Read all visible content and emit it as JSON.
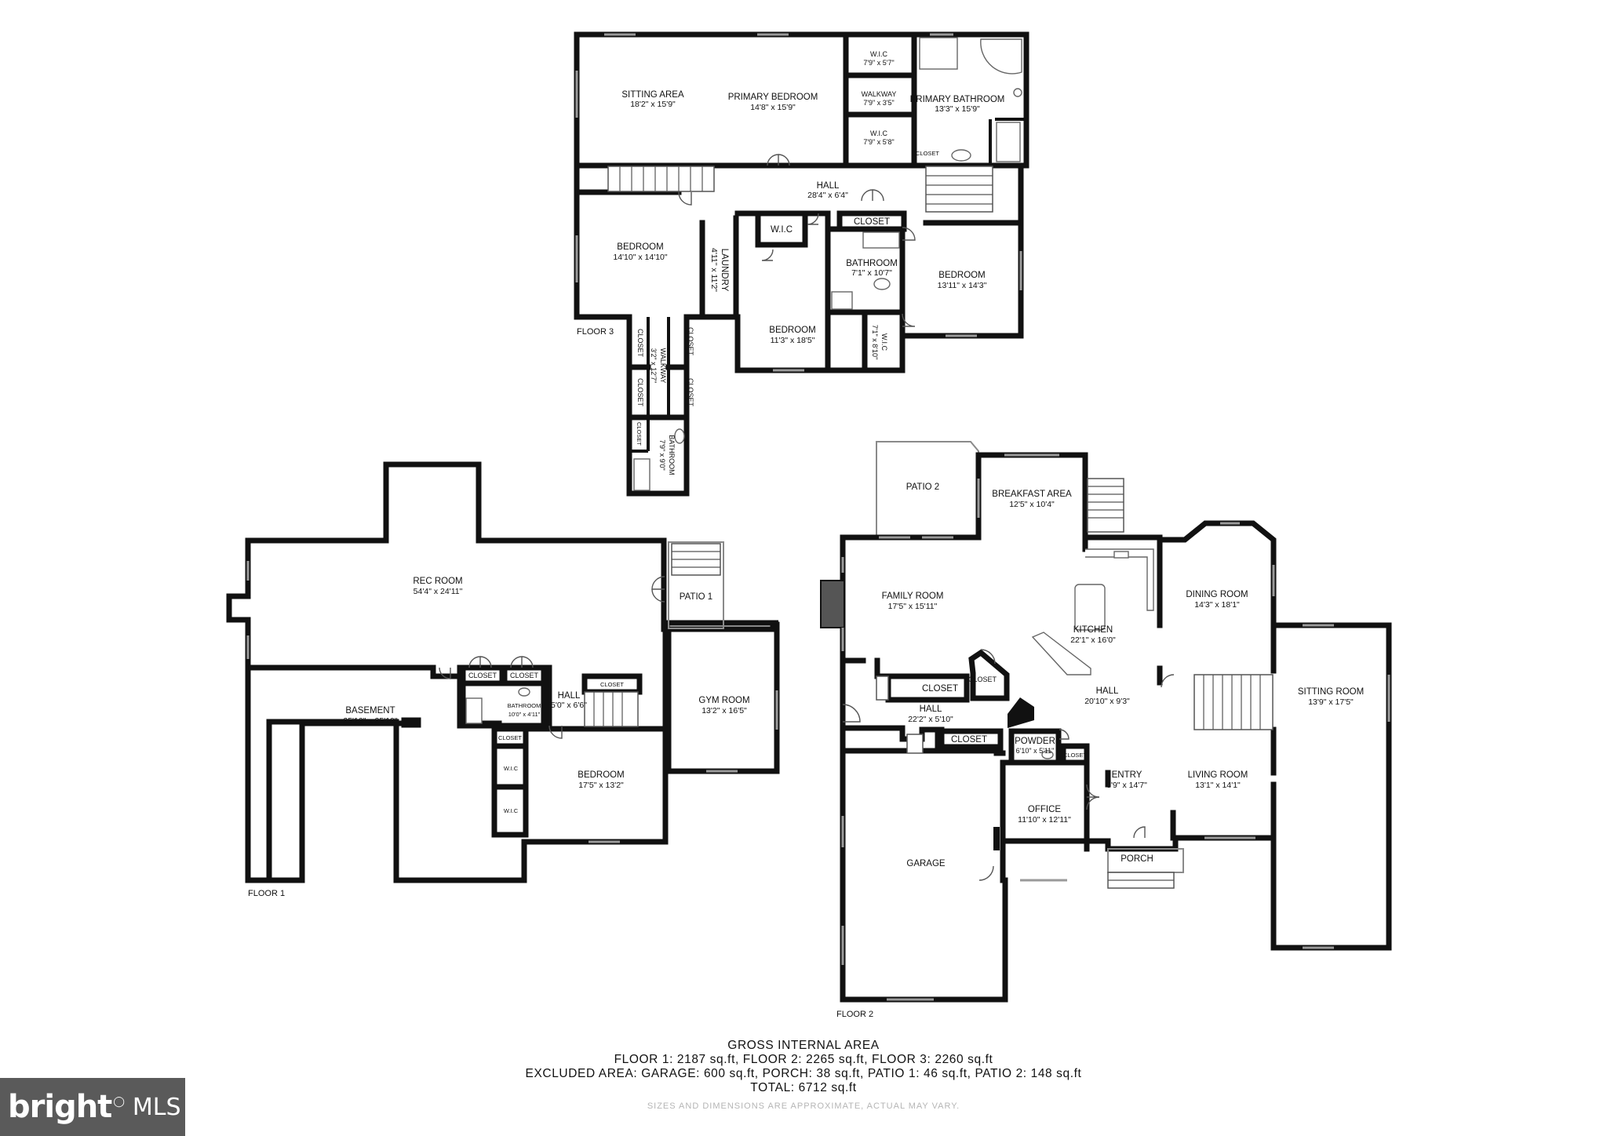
{
  "floors": {
    "floor1_label": "FLOOR 1",
    "floor2_label": "FLOOR 2",
    "floor3_label": "FLOOR 3"
  },
  "rooms": {
    "sitting_area": {
      "name": "SITTING AREA",
      "dim": "18'2\" x 15'9\""
    },
    "primary_bedroom": {
      "name": "PRIMARY BEDROOM",
      "dim": "14'8\" x 15'9\""
    },
    "wic_top": {
      "name": "W.I.C",
      "dim": "7'9\" x 5'7\""
    },
    "walkway_top": {
      "name": "WALKWAY",
      "dim": "7'9\" x 3'5\""
    },
    "wic_mid": {
      "name": "W.I.C",
      "dim": "7'9\" x 5'8\""
    },
    "primary_bathroom": {
      "name": "PRIMARY BATHROOM",
      "dim": "13'3\" x 15'9\""
    },
    "closet_primary_bath": {
      "name": "CLOSET"
    },
    "hall_f3": {
      "name": "HALL",
      "dim": "28'4\" x 6'4\""
    },
    "bedroom_f3_left": {
      "name": "BEDROOM",
      "dim": "14'10\" x 14'10\""
    },
    "laundry": {
      "name": "LAUNDRY",
      "dim": "4'11\" x 11'2\""
    },
    "wic_f3": {
      "name": "W.I.C"
    },
    "closet_f3_hall": {
      "name": "CLOSET"
    },
    "bathroom_f3": {
      "name": "BATHROOM",
      "dim": "7'1\" x 10'7\""
    },
    "bedroom_f3_right": {
      "name": "BEDROOM",
      "dim": "13'11\" x 14'3\""
    },
    "bedroom_f3_mid": {
      "name": "BEDROOM",
      "dim": "11'3\" x 18'5\""
    },
    "wic_f3_vert": {
      "name": "W.I.C",
      "dim": "7'1\" x 8'10\""
    },
    "closet_f3_a": {
      "name": "CLOSET"
    },
    "closet_f3_b": {
      "name": "CLOSET"
    },
    "closet_f3_c": {
      "name": "CLOSET"
    },
    "closet_f3_d": {
      "name": "CLOSET"
    },
    "closet_f3_e": {
      "name": "CLOSET"
    },
    "walkway_f3": {
      "name": "WALKWAY",
      "dim": "3'2\" x 12'7\""
    },
    "bathroom_f3_bottom": {
      "name": "BATHROOM",
      "dim": "7'9\" x 9'0\""
    },
    "rec_room": {
      "name": "REC ROOM",
      "dim": "54'4\" x 24'11\""
    },
    "patio_1": {
      "name": "PATIO 1"
    },
    "basement": {
      "name": "BASEMENT",
      "dim": "25'10\" x 25'10\""
    },
    "closet_f1_a": {
      "name": "CLOSET"
    },
    "closet_f1_b": {
      "name": "CLOSET"
    },
    "closet_f1_c": {
      "name": "CLOSET"
    },
    "closet_f1_d": {
      "name": "CLOSET"
    },
    "bathroom_f1": {
      "name": "BATHROOM",
      "dim": "10'0\" x 4'11\""
    },
    "hall_f1": {
      "name": "HALL",
      "dim": "5'0\" x 6'6\""
    },
    "gym_room": {
      "name": "GYM ROOM",
      "dim": "13'2\" x 16'5\""
    },
    "bedroom_f1": {
      "name": "BEDROOM",
      "dim": "17'5\" x 13'2\""
    },
    "wic_f1_a": {
      "name": "W.I.C"
    },
    "wic_f1_b": {
      "name": "W.I.C"
    },
    "patio_2": {
      "name": "PATIO 2"
    },
    "breakfast_area": {
      "name": "BREAKFAST AREA",
      "dim": "12'5\" x 10'4\""
    },
    "family_room": {
      "name": "FAMILY ROOM",
      "dim": "17'5\" x 15'11\""
    },
    "kitchen": {
      "name": "KITCHEN",
      "dim": "22'1\" x 16'0\""
    },
    "dining_room": {
      "name": "DINING ROOM",
      "dim": "14'3\" x 18'1\""
    },
    "closet_f2_a": {
      "name": "CLOSET"
    },
    "closet_f2_b": {
      "name": "CLOSET"
    },
    "hall_f2_main": {
      "name": "HALL",
      "dim": "20'10\" x 9'3\""
    },
    "hall_f2_small": {
      "name": "HALL",
      "dim": "22'2\" x 5'10\""
    },
    "closet_f2_c": {
      "name": "CLOSET"
    },
    "powder": {
      "name": "POWDER",
      "dim": "6'10\" x 5'11\""
    },
    "closet_f2_d": {
      "name": "CLOSET"
    },
    "sitting_room": {
      "name": "SITTING ROOM",
      "dim": "13'9\" x 17'5\""
    },
    "entry": {
      "name": "ENTRY",
      "dim": "8'9\" x 14'7\""
    },
    "living_room": {
      "name": "LIVING ROOM",
      "dim": "13'1\" x 14'1\""
    },
    "office": {
      "name": "OFFICE",
      "dim": "11'10\" x 12'11\""
    },
    "porch": {
      "name": "PORCH"
    },
    "garage": {
      "name": "GARAGE"
    }
  },
  "summary": {
    "title": "GROSS INTERNAL AREA",
    "floors_line": "FLOOR 1: 2187 sq.ft, FLOOR 2: 2265 sq.ft, FLOOR 3: 2260 sq.ft",
    "excluded_line": "EXCLUDED AREA: GARAGE: 600 sq.ft, PORCH: 38 sq.ft, PATIO 1: 46 sq.ft, PATIO 2: 148 sq.ft",
    "total_line": "TOTAL: 6712 sq.ft",
    "disclaimer": "SIZES AND DIMENSIONS ARE APPROXIMATE, ACTUAL MAY VARY."
  },
  "logo": {
    "word": "bright",
    "mls": "MLS",
    "color": "#5a5a5a"
  }
}
